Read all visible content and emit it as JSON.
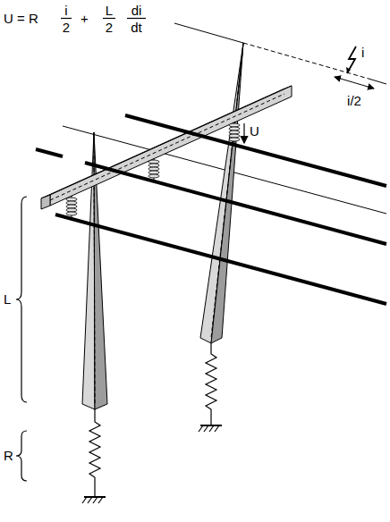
{
  "diagram": {
    "labels": [
      "U = R",
      "i",
      "2",
      "+",
      "L",
      "2",
      "di",
      "dt",
      "i",
      "i/2",
      "U",
      "L",
      "R"
    ]
  }
}
